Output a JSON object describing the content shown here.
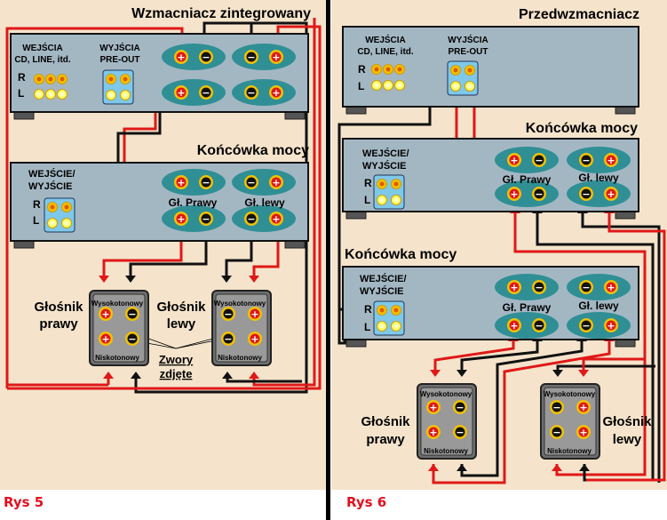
{
  "figures": [
    {
      "caption": "Rys 5",
      "integrated_amp": {
        "title": "Wzmacniacz zintegrowany",
        "inputs_label_1": "WEJŚCIA",
        "inputs_label_2": "CD, LINE, itd.",
        "preout_label_1": "WYJŚCIA",
        "preout_label_2": "PRE-OUT",
        "channel_r": "R",
        "channel_l": "L"
      },
      "power_amp": {
        "title": "Końcówka mocy",
        "io_label_1": "WEJŚCIE/",
        "io_label_2": "WYJŚCIE",
        "channel_r": "R",
        "channel_l": "L",
        "right_speaker_label": "Gł. Prawy",
        "left_speaker_label": "Gł. lewy"
      },
      "speaker_right": {
        "label_1": "Głośnik",
        "label_2": "prawy",
        "top": "Wysokotonowy",
        "bottom": "Niskotonowy"
      },
      "speaker_left": {
        "label_1": "Głośnik",
        "label_2": "lewy",
        "top": "Wysokotonowy",
        "bottom": "Niskotonowy"
      },
      "jumpers_label_1": "Zwory",
      "jumpers_label_2": "zdjęte"
    },
    {
      "caption": "Rys 6",
      "preamp": {
        "title": "Przedwzmacniacz",
        "inputs_label_1": "WEJŚCIA",
        "inputs_label_2": "CD, LINE, itd.",
        "preout_label_1": "WYJŚCIA",
        "preout_label_2": "PRE-OUT",
        "channel_r": "R",
        "channel_l": "L"
      },
      "power_amp_1": {
        "title": "Końcówka mocy",
        "io_label_1": "WEJŚCIE/",
        "io_label_2": "WYJŚCIE",
        "channel_r": "R",
        "channel_l": "L",
        "right_speaker_label": "Gł. Prawy",
        "left_speaker_label": "Gł. lewy"
      },
      "power_amp_2": {
        "title": "Końcówka mocy",
        "io_label_1": "WEJŚCIE/",
        "io_label_2": "WYJŚCIE",
        "channel_r": "R",
        "channel_l": "L",
        "right_speaker_label": "Gł. Prawy",
        "left_speaker_label": "Gł. lewy"
      },
      "speaker_right": {
        "label_1": "Głośnik",
        "label_2": "prawy",
        "top": "Wysokotonowy",
        "bottom": "Niskotonowy"
      },
      "speaker_left": {
        "label_1": "Głośnik",
        "label_2": "lewy",
        "top": "Wysokotonowy",
        "bottom": "Niskotonowy"
      }
    }
  ],
  "terminal_symbols": {
    "plus": "+",
    "minus": "−"
  },
  "colors": {
    "background": "#f5e4cb",
    "chassis": "#a3b7c3",
    "terminal_plate": "#2f8f95",
    "rca_panel": "#7ec8ea",
    "speaker_box": "#6e6e6e",
    "wire_positive": "#e01818",
    "wire_negative": "#111111",
    "terminal_gold": "#f2c200",
    "caption": "#e01020"
  }
}
